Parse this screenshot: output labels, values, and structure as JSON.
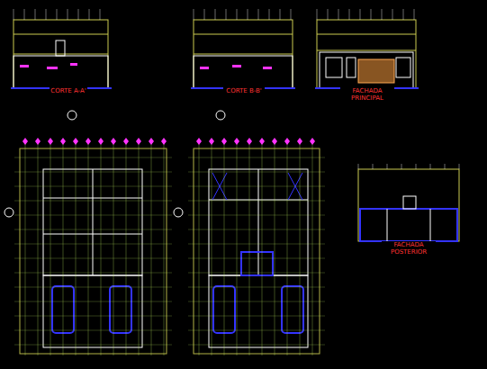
{
  "diagram": {
    "labels": [
      "CORTE A-A'",
      "CORTE B-B'",
      "FACHADA PRINCIPAL",
      "FACHADA POSTERIOR"
    ]
  }
}
